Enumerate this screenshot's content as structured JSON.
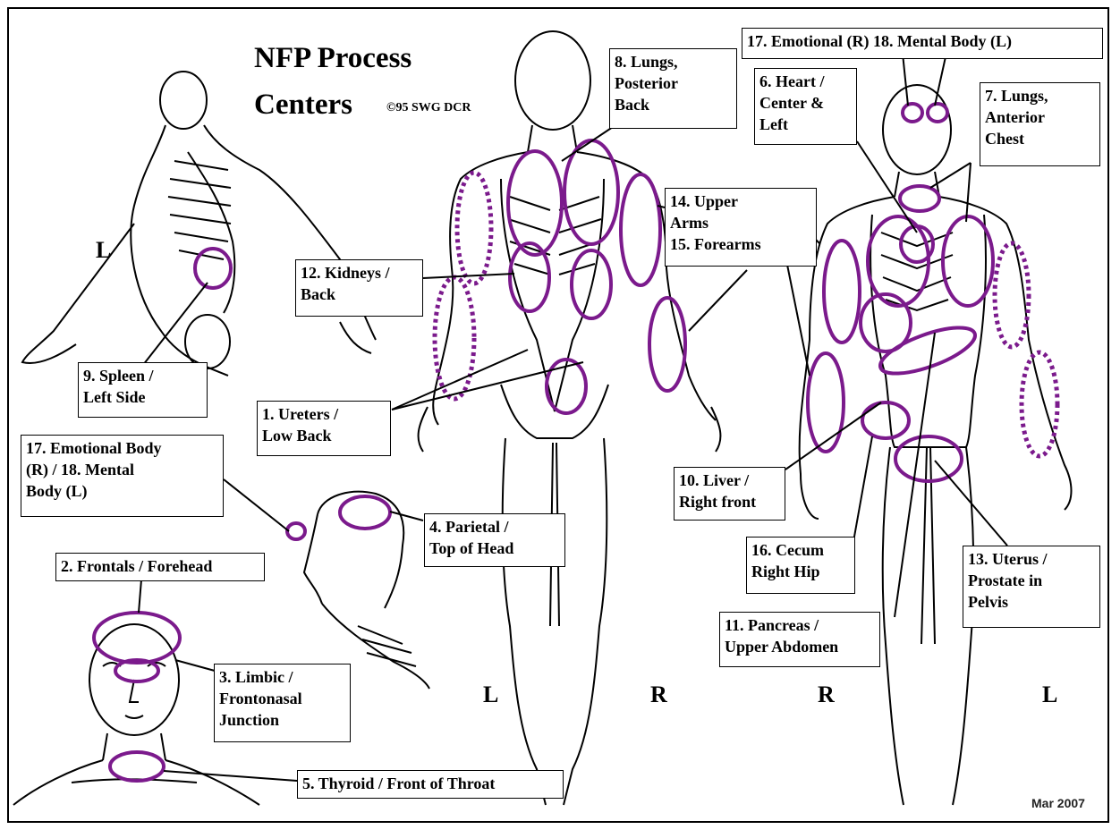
{
  "title": {
    "line1": "NFP Process",
    "line2": "Centers",
    "copyright": "©95 SWG DCR"
  },
  "side_labels": {
    "side_view": "L",
    "back_left": "L",
    "back_right": "R",
    "front_right": "R",
    "front_left": "L"
  },
  "date_stamp": "Mar 2007",
  "colors": {
    "marker": "#7b1a8c",
    "line": "#000000",
    "border": "#000000"
  },
  "labels": {
    "ureters": "1. Ureters /\nLow Back",
    "frontals": "2. Frontals / Forehead",
    "limbic": "3. Limbic /\nFrontonasal\nJunction",
    "parietal": "4. Parietal /\nTop of Head",
    "thyroid": "5. Thyroid / Front of Throat",
    "heart": "6. Heart /\nCenter &\nLeft",
    "lungs_anterior": "7. Lungs,\nAnterior\nChest",
    "lungs_posterior": "8. Lungs,\nPosterior\nBack",
    "spleen": "9. Spleen /\nLeft Side",
    "liver": "10. Liver /\nRight front",
    "pancreas": "11. Pancreas /\nUpper Abdomen",
    "kidneys": "12. Kidneys /\nBack",
    "uterus": "13. Uterus /\nProstate in\nPelvis",
    "arms": "14. Upper\nArms\n15. Forearms",
    "cecum": "16. Cecum\nRight Hip",
    "emotional_mental_top": "17. Emotional (R) 18. Mental Body (L)",
    "emotional_mental_side": "17. Emotional Body\n(R) / 18. Mental\nBody (L)"
  }
}
